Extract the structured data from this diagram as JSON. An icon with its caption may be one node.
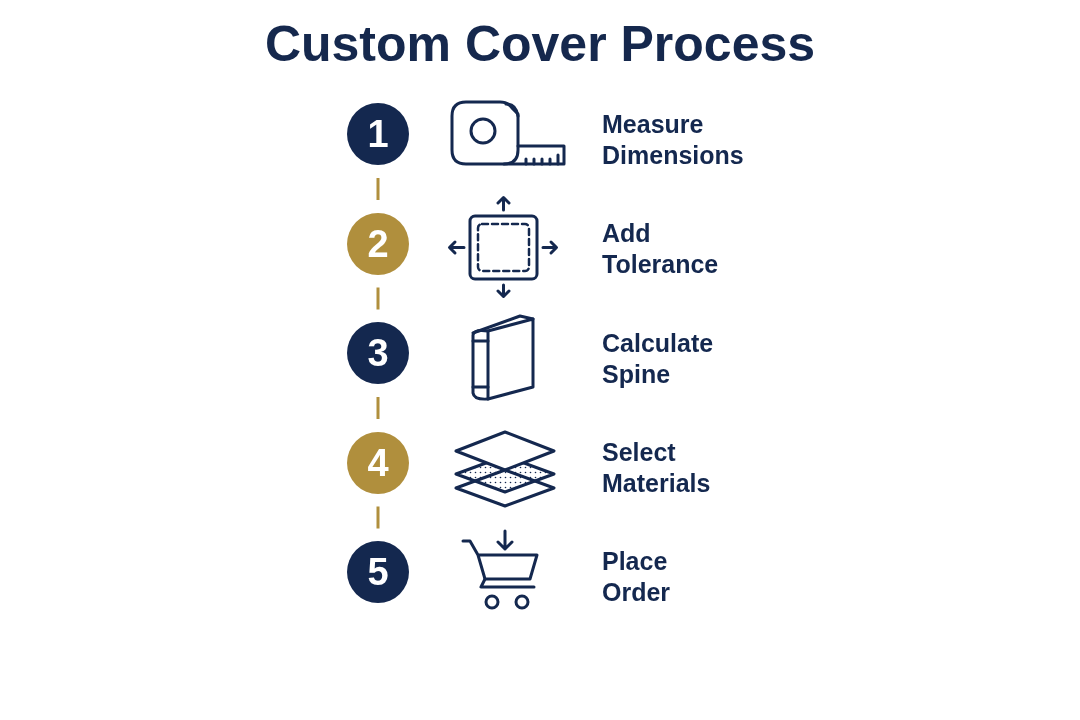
{
  "diagram": {
    "title": "Custom Cover Process",
    "nodes": [
      {
        "text": [
          "1"
        ]
      },
      {
        "text": [
          "2"
        ]
      },
      {
        "text": [
          "3"
        ]
      },
      {
        "text": [
          "4"
        ]
      },
      {
        "text": [
          "5"
        ]
      }
    ],
    "edges": [
      {
        "from": 0,
        "to": 1,
        "arrow": "none",
        "style": "dashed"
      },
      {
        "from": 1,
        "to": 2,
        "arrow": "none",
        "style": "dashed"
      },
      {
        "from": 2,
        "to": 3,
        "arrow": "none",
        "style": "dashed"
      },
      {
        "from": 3,
        "to": 4,
        "arrow": "none",
        "style": "dashed"
      }
    ],
    "labels": [
      "Measure Dimensions",
      "Add Tolerance",
      "Calculate Spine",
      "Select Materials",
      "Place Order"
    ]
  }
}
